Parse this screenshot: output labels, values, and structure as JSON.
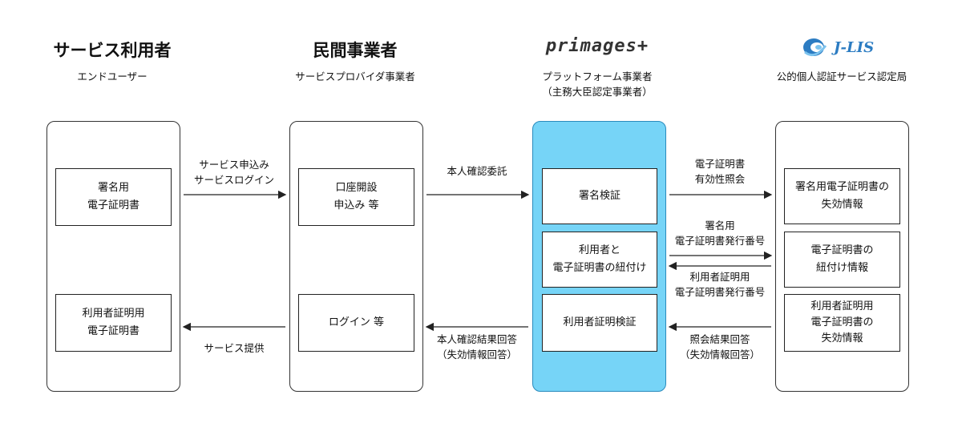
{
  "columns": [
    {
      "title": "サービス利用者",
      "sub": [
        "エンドユーザー"
      ]
    },
    {
      "title": "民間事業者",
      "sub": [
        "サービスプロバイダ事業者"
      ]
    },
    {
      "logo": "primages+",
      "sub": [
        "プラットフォーム事業者",
        "（主務大臣認定事業者）"
      ]
    },
    {
      "logo": "J-LIS",
      "sub": [
        "公的個人認証サービス認定局"
      ]
    }
  ],
  "boxes": {
    "user_sign_cert": [
      "署名用",
      "電子証明書"
    ],
    "user_auth_cert": [
      "利用者証明用",
      "電子証明書"
    ],
    "sp_account": [
      "口座開設",
      "申込み 等"
    ],
    "sp_login": [
      "ログイン 等"
    ],
    "pf_sign_verify": [
      "署名検証"
    ],
    "pf_link": [
      "利用者と",
      "電子証明書の紐付け"
    ],
    "pf_auth_verify": [
      "利用者証明検証"
    ],
    "jlis_sign_revoke": [
      "署名用電子証明書の",
      "失効情報"
    ],
    "jlis_link": [
      "電子証明書の",
      "紐付け情報"
    ],
    "jlis_auth_revoke": [
      "利用者証明用",
      "電子証明書の",
      "失効情報"
    ]
  },
  "arrows": {
    "service_apply": [
      "サービス申込み",
      "サービスログイン"
    ],
    "service_provide": [
      "サービス提供"
    ],
    "identity_request": [
      "本人確認委託"
    ],
    "identity_result": [
      "本人確認結果回答",
      "（失効情報回答）"
    ],
    "validity_inquiry": [
      "電子証明書",
      "有効性照会"
    ],
    "sign_serial": [
      "署名用",
      "電子証明書発行番号"
    ],
    "auth_serial": [
      "利用者証明用",
      "電子証明書発行番号"
    ],
    "inquiry_result": [
      "照会結果回答",
      "（失効情報回答）"
    ]
  },
  "colors": {
    "highlight": "#76d4f7",
    "jlis_blue": "#2c7cc2"
  },
  "icons": {
    "jlis": "swirl-logo-icon"
  }
}
